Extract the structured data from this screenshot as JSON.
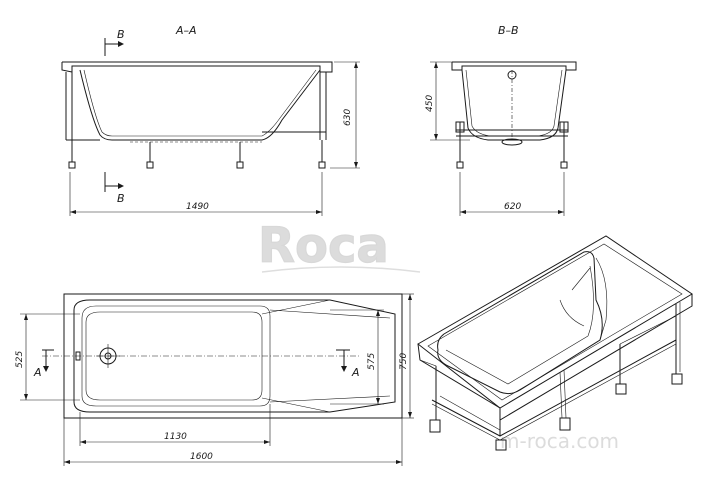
{
  "sections": {
    "aa_title": "A–A",
    "bb_title": "B–B",
    "cut_b_top": "B",
    "cut_b_bottom": "B",
    "cut_a_left": "A",
    "cut_a_right": "A"
  },
  "dimensions": {
    "aa_length": "1490",
    "aa_height": "630",
    "bb_height": "450",
    "bb_width": "620",
    "plan_1130": "1130",
    "plan_1600": "1600",
    "plan_525": "525",
    "plan_575": "575",
    "plan_750": "750"
  },
  "watermark": {
    "logo_text": "Roca",
    "site_text": "m-roca.com"
  }
}
